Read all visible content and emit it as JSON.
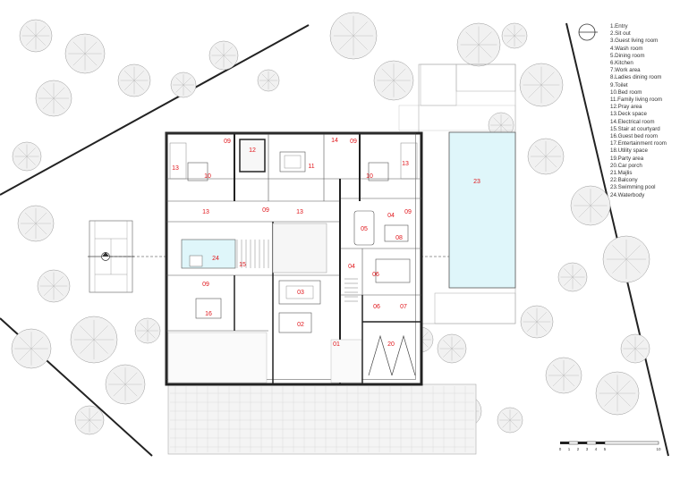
{
  "legend": {
    "items": [
      "1.Entry",
      "2.Sit out",
      "3.Guest living room",
      "4.Wash room",
      "5.Dining room",
      "6.Kitchen",
      "7.Work area",
      "8.Ladies dining room",
      "9.Toilet",
      "10.Bed room",
      "11.Family living room",
      "12.Pray area",
      "13.Deck space",
      "14.Electrical room",
      "15.Stair at courtyard",
      "16.Guest bed room",
      "17.Entertainment room",
      "18.Utility space",
      "19.Party area",
      "20.Car porch",
      "21.Majlis",
      "22.Balcony",
      "23.Swimming pool",
      "24.Waterbody"
    ]
  },
  "rooms": [
    {
      "label": "09"
    },
    {
      "label": "12"
    },
    {
      "label": "14"
    },
    {
      "label": "09"
    },
    {
      "label": "13"
    },
    {
      "label": "10"
    },
    {
      "label": "11"
    },
    {
      "label": "10"
    },
    {
      "label": "13"
    },
    {
      "label": "13"
    },
    {
      "label": "09"
    },
    {
      "label": "13"
    },
    {
      "label": "05"
    },
    {
      "label": "04"
    },
    {
      "label": "09"
    },
    {
      "label": "24"
    },
    {
      "label": "15"
    },
    {
      "label": "04"
    },
    {
      "label": "06"
    },
    {
      "label": "08"
    },
    {
      "label": "09"
    },
    {
      "label": "03"
    },
    {
      "label": "16"
    },
    {
      "label": "02"
    },
    {
      "label": "06"
    },
    {
      "label": "07"
    },
    {
      "label": "01"
    },
    {
      "label": "20"
    },
    {
      "label": "23"
    }
  ],
  "scale_bar": {
    "ticks": [
      "0",
      "1",
      "2",
      "3",
      "4",
      "5",
      "10"
    ]
  },
  "colors": {
    "room_label": "#e0161b",
    "pool": "#dff6fa",
    "wall": "#222222"
  }
}
